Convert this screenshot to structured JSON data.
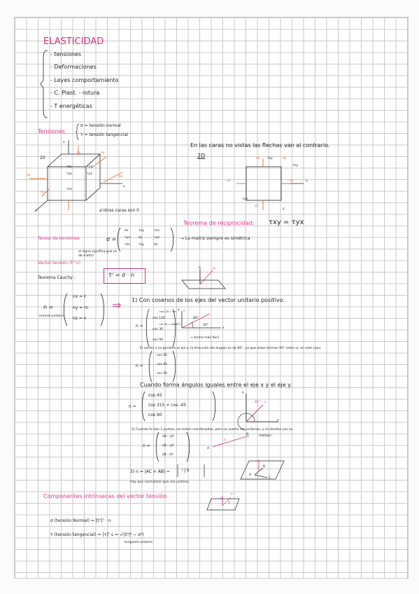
{
  "title": "ELASTICIDAD",
  "topics": [
    "- tensiones",
    "- Deformaciones",
    "- Leyes comportamiento",
    "- C. Plast. - rotura",
    "- T energéticas"
  ],
  "tensiones": {
    "heading": "Tensiones",
    "normal": "σ = tensión normal",
    "tangencial": "τ = tensión tangencial"
  },
  "cube": {
    "top_label": "20",
    "caras": "a'otras caras son 0",
    "labels": [
      "σz",
      "σy",
      "σx",
      "σx",
      "τzy",
      "τzx",
      "τxz",
      "τyz",
      "τyx",
      "σz",
      "x",
      "y",
      "z"
    ]
  },
  "caras_ocultas": {
    "note": "En las caras no vistas las flechas van al contrario.",
    "label": "2D",
    "labels": [
      "σz",
      "τzy",
      "σy",
      "τxy",
      "σx",
      "σx",
      "τyx",
      "σy",
      "x",
      "y"
    ]
  },
  "reciprocidad": {
    "heading": "Teorema de reciprocidad:",
    "formula": "τxy = τyx"
  },
  "tensor": {
    "heading": "Tensor de tensiones",
    "sigma": "σ =",
    "matrix": [
      [
        "σx",
        "τxy",
        "τxz"
      ],
      [
        "τyx",
        "σy",
        "τyz"
      ],
      [
        "τzx",
        "τzy",
        "σz"
      ]
    ],
    "note": "→ La matriz siempre es simétrica",
    "sub": "el signo significa que es de matriz"
  },
  "vector_tension": {
    "heading": "Vector tensión (t^n)",
    "cauchy_label": "Teorema Cauchy :",
    "cauchy_formula": "tⁿ = σ · n",
    "arrow_labels": [
      "n",
      "tⁿ"
    ]
  },
  "normal_vector": {
    "n": "n =",
    "entries": [
      "nx = ℓ",
      "ny = m",
      "nz = n"
    ],
    "sub": "normal unitario",
    "arrow": "⇒",
    "step1": "1) Con cosenos de los ejes del vector unitario positivo.",
    "cosenos": [
      "cos 120",
      "cos 30",
      "cos 90"
    ],
    "cos_subs": [
      "cos 120 = cos",
      "cos 30 = cos(30°)"
    ],
    "diagram_labels": [
      "n",
      "60°",
      "30°",
      "x",
      "y"
    ],
    "diagram_note": "→ forma más fácil",
    "explanation": "El vector n es paralelo al eje z, la dirección del ángulo es de 90°, ya que estos forman 90° entre sí, en este caso.",
    "cos45": [
      "cos 45",
      "cos 45",
      "cos 45"
    ]
  },
  "ejes": {
    "heading": "Cuando forma ángulos iguales entre el eje x y el eje y.",
    "entries": [
      "cos 45",
      "cos 315 = cos -45",
      "cos 90"
    ],
    "diagram_labels": [
      "45°",
      "x",
      "y",
      "n"
    ]
  },
  "step2": {
    "text": "2) Cuando te dan 2 puntos, se restan coordenadas, pero no suelen ser unitarios, y se dividen por su",
    "modulo": "módulo:",
    "entries": [
      "xB - xA",
      "yB - yA",
      "zB - zA"
    ],
    "labels": [
      "n",
      "A",
      "B"
    ]
  },
  "step3": {
    "text": "3) n = |AC × AB| =",
    "det": [
      "i   j   k",
      "..."
    ],
    "note": "Hay que normalizar que sea unitario.",
    "labels": [
      "A",
      "B",
      "C"
    ]
  },
  "componentes": {
    "heading": "Componentes intrínsecas del vector tensión",
    "sigma_line": "σ (tensión Normal) = [tⁿ]ᵀ · n",
    "tau_line": "τ (tensión tangencial) = [τ]ᵀ ε = √(|tⁿ|² − σ²)",
    "tau_sub": "tangente unitario",
    "diagram_labels": [
      "σ",
      "tⁿ",
      "τ"
    ]
  },
  "colors": {
    "pink": "#d63384",
    "orange": "#e8683a",
    "ink": "#222222",
    "grid": "#c9c9c9"
  }
}
